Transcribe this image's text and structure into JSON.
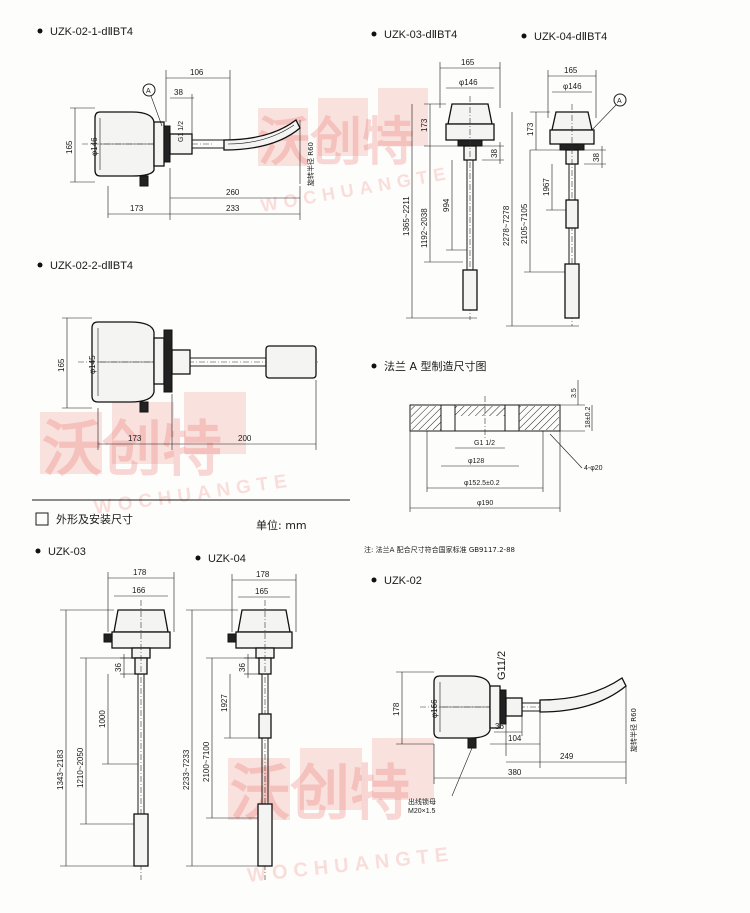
{
  "colors": {
    "ink": "#1a1a1a",
    "watermark": "#e8524a",
    "paper": "#fdfdfb"
  },
  "watermark": {
    "chinese": "沃创特",
    "latin": "WOCHUANGTE"
  },
  "legend": {
    "title": "外形及安装尺寸",
    "unit": "单位: mm"
  },
  "views": {
    "uzk_02_1": {
      "title": "UZK-02-1-dⅡBT4",
      "callout": "A",
      "d1": "106",
      "d2": "38",
      "thread": "G1 1/2",
      "dia": "φ146",
      "height": "165",
      "radius": "旋转半径 R60",
      "l1": "260",
      "l2": "173",
      "l3": "233"
    },
    "uzk_03_d": {
      "title": "UZK-03-dⅡBT4",
      "w": "165",
      "dia": "φ146",
      "h": "173",
      "s": "38",
      "l1": "994",
      "l2": "1192~2038",
      "l3": "1365~2211"
    },
    "uzk_04_d": {
      "title": "UZK-04-dⅡBT4",
      "callout": "A",
      "w": "165",
      "dia": "φ146",
      "h": "173",
      "s": "38",
      "l1": "1967",
      "l2": "2105~7105",
      "l3": "2278~7278"
    },
    "uzk_02_2": {
      "title": "UZK-02-2-dⅡBT4",
      "dia": "φ145",
      "height": "165",
      "l1": "173",
      "l2": "200"
    },
    "flange": {
      "title": "法兰 A 型制造尺寸图",
      "t1": "3.5",
      "t2": "18±0.2",
      "thread": "G1 1/2",
      "d1": "φ128",
      "d2": "φ152.5±0.2",
      "d3": "φ190",
      "holes": "4-φ20",
      "note": "注: 法兰A 配合尺寸符合国家标准 GB9117.2-88"
    },
    "uzk_03": {
      "title": "UZK-03",
      "w1": "178",
      "w2": "166",
      "s": "36",
      "l1": "1000",
      "l2": "1210~2050",
      "l3": "1343~2183"
    },
    "uzk_04": {
      "title": "UZK-04",
      "w1": "178",
      "w2": "165",
      "s": "36",
      "l1": "1927",
      "l2": "2100~7100",
      "l3": "2233~7233"
    },
    "uzk_02": {
      "title": "UZK-02",
      "thread": "G11/2",
      "height": "178",
      "dia": "φ166",
      "s": "36",
      "l1": "104",
      "l2": "249",
      "l3": "380",
      "radius": "旋转半径 R60",
      "gland": "出线锁母",
      "gland_spec": "M20×1.5"
    }
  }
}
